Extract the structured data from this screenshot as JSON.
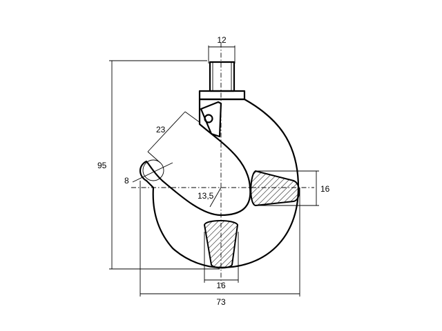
{
  "drawing": {
    "dimensions": {
      "shank_width": "12",
      "total_height": "95",
      "tip_length": "23",
      "tip_diameter": "8",
      "throat_radius": "13,5",
      "side_section": "16",
      "bottom_section": "16",
      "total_width": "73"
    }
  }
}
